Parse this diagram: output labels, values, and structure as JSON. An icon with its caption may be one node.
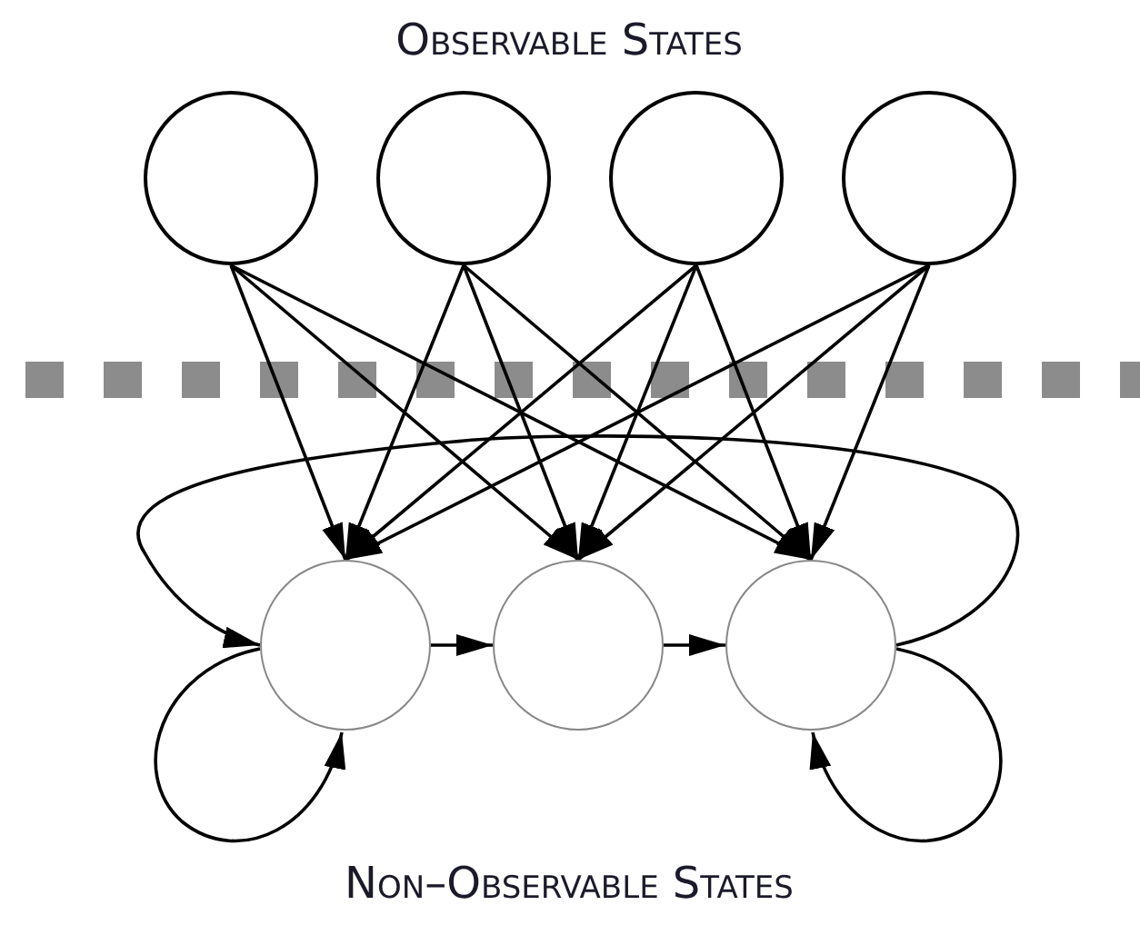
{
  "diagram": {
    "nodes": [
      {
        "text": [],
        "shape": "circle"
      },
      {
        "text": [],
        "shape": "circle"
      },
      {
        "text": [],
        "shape": "circle"
      },
      {
        "text": [],
        "shape": "circle"
      },
      {
        "text": [],
        "shape": "circle"
      },
      {
        "text": [],
        "shape": "circle"
      },
      {
        "text": [],
        "shape": "circle"
      }
    ],
    "edges": [
      {
        "from": 0,
        "to": 4,
        "arrow": "to"
      },
      {
        "from": 0,
        "to": 5,
        "arrow": "to"
      },
      {
        "from": 0,
        "to": 6,
        "arrow": "to"
      },
      {
        "from": 1,
        "to": 4,
        "arrow": "to"
      },
      {
        "from": 1,
        "to": 5,
        "arrow": "to"
      },
      {
        "from": 1,
        "to": 6,
        "arrow": "to"
      },
      {
        "from": 2,
        "to": 4,
        "arrow": "to"
      },
      {
        "from": 2,
        "to": 5,
        "arrow": "to"
      },
      {
        "from": 2,
        "to": 6,
        "arrow": "to"
      },
      {
        "from": 3,
        "to": 4,
        "arrow": "to"
      },
      {
        "from": 3,
        "to": 5,
        "arrow": "to"
      },
      {
        "from": 3,
        "to": 6,
        "arrow": "to"
      },
      {
        "from": 4,
        "to": 5,
        "arrow": "to"
      },
      {
        "from": 5,
        "to": 6,
        "arrow": "to"
      },
      {
        "from": 6,
        "to": 4,
        "arrow": "to"
      },
      {
        "from": 4,
        "to": 4,
        "arrow": "to"
      },
      {
        "from": 6,
        "to": 6,
        "arrow": "to"
      }
    ],
    "labels": [
      "Observable States",
      "Non–Observable States"
    ]
  }
}
